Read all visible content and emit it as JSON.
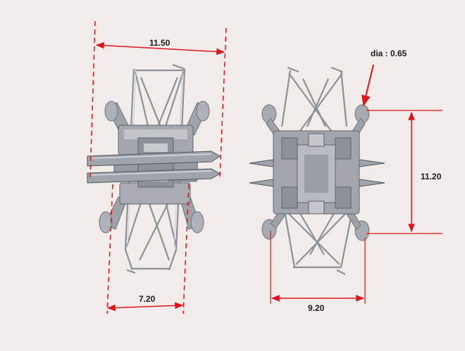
{
  "dimensions": {
    "left_width_top": "11.50",
    "left_width_bottom": "7.20",
    "right_width_bottom": "9.20",
    "right_height": "11.20",
    "wire_diameter": "dia : 0.65"
  },
  "colors": {
    "background": "#f1ece9",
    "dimension_red": "#e0141e",
    "metal_light": "#b9bcc2",
    "metal_dark": "#6f737b",
    "wire": "#8c9097"
  }
}
